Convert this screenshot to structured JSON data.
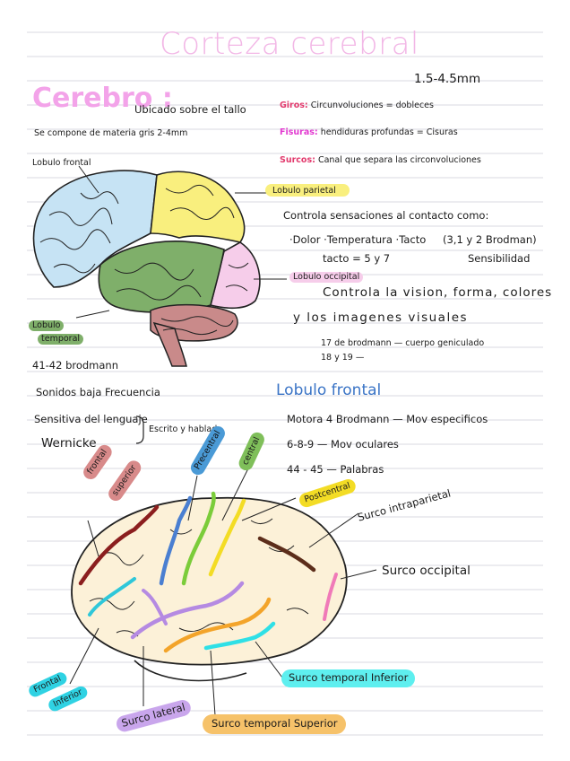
{
  "title": "Corteza cerebral",
  "thickness": "1.5-4.5mm",
  "cerebro": {
    "heading": "Cerebro :",
    "location": "Ubicado sobre el tallo",
    "composition": "Se compone de materia gris 2-4mm"
  },
  "definitions": {
    "giros_label": "Giros:",
    "giros_text": "Circunvoluciones = dobleces",
    "fisuras_label": "Fisuras:",
    "fisuras_text": "hendiduras profundas = Cisuras",
    "surcos_label": "Surcos:",
    "surcos_text": "Canal que separa las circonvoluciones"
  },
  "top_diagram": {
    "frontal": "Lobulo frontal",
    "parietal": "Lobulo parietal",
    "occipital": "Lobulo occipital",
    "temporal_1": "Lobulo",
    "temporal_2": "temporal"
  },
  "parietal_notes": {
    "line1": "Controla sensaciones al contacto como:",
    "line2": "·Dolor ·Temperatura ·Tacto",
    "line3": "(3,1 y 2 Brodman)",
    "line4": "tacto = 5 y 7",
    "line5": "Sensibilidad"
  },
  "occipital_notes": {
    "line1": "Controla la vision, forma, colores",
    "line2": "y los imagenes visuales",
    "line3": "17 de brodmann — cuerpo geniculado",
    "line4": "18 y 19 —"
  },
  "temporal_notes": {
    "brodmann": "41-42 brodmann",
    "sonidos": "Sonidos baja Frecuencia",
    "lenguaje": "Sensitiva del lenguaje",
    "escrito": "Escrito y hablado",
    "wernicke": "Wernicke"
  },
  "frontal_notes": {
    "heading": "Lobulo frontal",
    "line1": "Motora 4 Brodmann — Mov especificos",
    "line2": "6-8-9 — Mov oculares",
    "line3": "44 - 45 — Palabras"
  },
  "bottom_labels": {
    "frontal_superior_1": "frontal",
    "frontal_superior_2": "superior",
    "precentral": "Precentral",
    "central": "central",
    "postcentral": "Postcentral",
    "intraparietal": "Surco intraparietal",
    "occipital": "Surco occipital",
    "frontal_inferior_1": "Frontal",
    "frontal_inferior_2": "Inferior",
    "lateral": "Surco lateral",
    "temporal_superior": "Surco temporal Superior",
    "temporal_inferior": "Surco temporal Inferior"
  },
  "colors": {
    "title_pink": "#f2b7e6",
    "frontal_blue": "#c6e3f4",
    "parietal_yellow": "#f9ef7e",
    "temporal_green": "#7faf6a",
    "occipital_pink": "#f6cdea",
    "cerebellum": "#c98a8a",
    "brain_cream": "#fcf1d8"
  }
}
